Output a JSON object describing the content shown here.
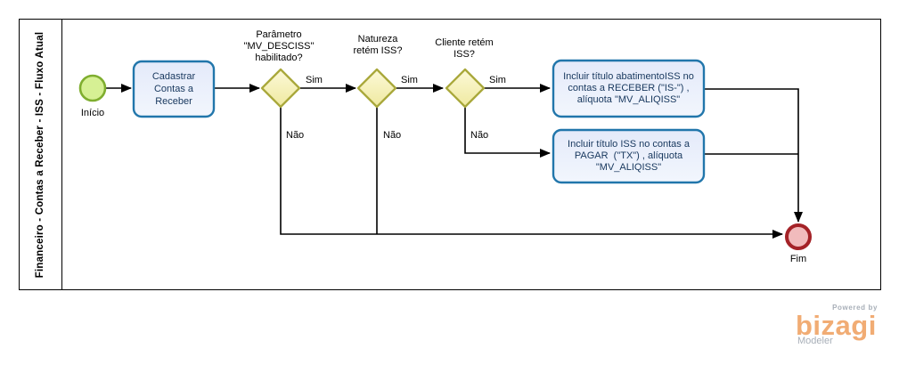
{
  "lane": {
    "title": "Financeiro - Contas a Receber - ISS - Fluxo Atual"
  },
  "nodes": {
    "start": {
      "label": "Início",
      "type": "start-event"
    },
    "task_cadastrar": {
      "label": "Cadastrar\nContas a\nReceber",
      "type": "task"
    },
    "gw_parametro": {
      "label": "Parâmetro\n\"MV_DESCISS\"\nhabilitado?",
      "type": "gateway"
    },
    "gw_natureza": {
      "label": "Natureza\nretém ISS?",
      "type": "gateway"
    },
    "gw_cliente": {
      "label": "Cliente retém\nISS?",
      "type": "gateway"
    },
    "task_receber": {
      "label": "Incluir título abatimentoISS no\ncontas a RECEBER (\"IS-\") ,\nalíquota \"MV_ALIQISS\"",
      "type": "task"
    },
    "task_pagar": {
      "label": "Incluir título ISS no contas a\nPAGAR  (\"TX\") , alíquota\n\"MV_ALIQISS\"",
      "type": "task"
    },
    "end": {
      "label": "Fim",
      "type": "end-event"
    }
  },
  "edge_labels": {
    "sim1": "Sim",
    "sim2": "Sim",
    "sim3": "Sim",
    "nao1": "Não",
    "nao2": "Não",
    "nao3": "Não"
  },
  "branding": {
    "powered_by": "Powered by",
    "brand": "bizagi",
    "product": "Modeler"
  },
  "colors": {
    "task_border": "#2176ab",
    "task_fill_top": "#e4eafa",
    "task_fill_bottom": "#f2f6fd",
    "gateway_border": "#a9a83b",
    "gateway_fill_top": "#fcf9d8",
    "gateway_fill_bottom": "#efe9a0",
    "start_border": "#7fae2f",
    "start_fill": "#d6f094",
    "end_border": "#a42227",
    "end_fill": "#f1bbbc",
    "connector": "#000000",
    "brand_orange": "#f1ac74",
    "brand_gray": "#a8afb8"
  }
}
